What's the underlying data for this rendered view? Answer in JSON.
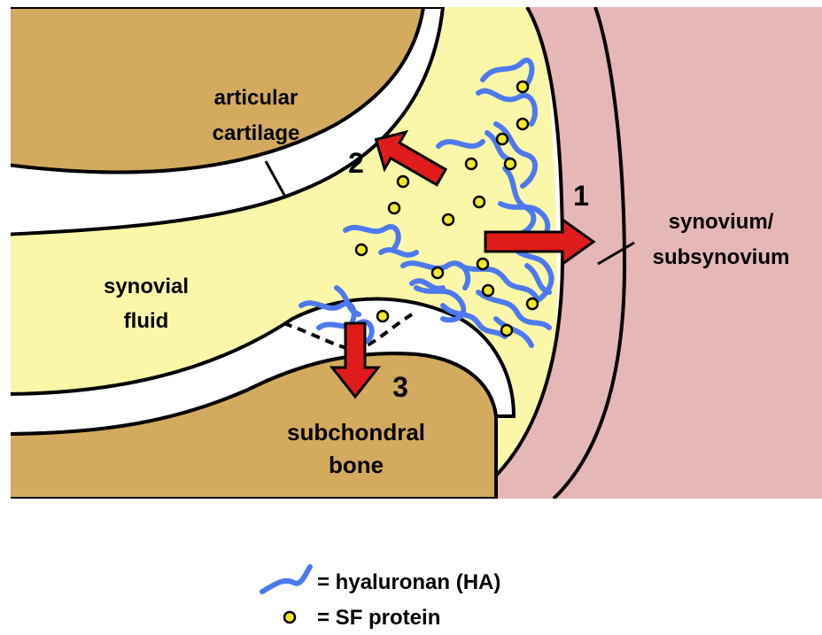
{
  "labels": {
    "articular_cartilage_1": "articular",
    "articular_cartilage_2": "cartilage",
    "synovial_fluid_1": "synovial",
    "synovial_fluid_2": "fluid",
    "synovium_1": "synovium/",
    "synovium_2": "subsynovium",
    "subchondral_1": "subchondral",
    "subchondral_2": "bone"
  },
  "arrow_numbers": {
    "n1": "1",
    "n2": "2",
    "n3": "3"
  },
  "legend": {
    "ha": "= hyaluronan (HA)",
    "protein": "= SF protein"
  },
  "colors": {
    "bone": "#D4AA5F",
    "fluid": "#FAF8A8",
    "synovium": "#E6B7B7",
    "hyaluronan": "#4D79F0",
    "arrow": "#E01B1B",
    "protein": "#F0EA2A"
  }
}
